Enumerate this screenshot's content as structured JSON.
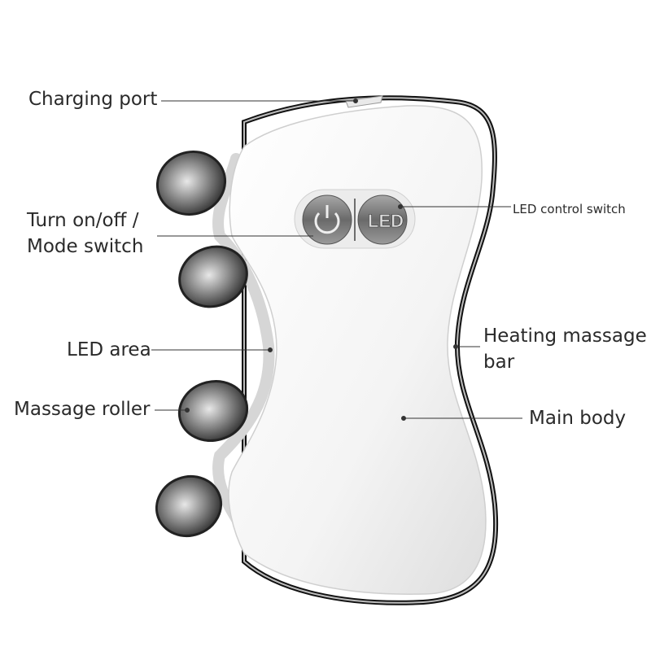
{
  "diagram": {
    "subject": "Facial massage device with LED and massage rollers",
    "callouts": [
      {
        "id": "charging-port",
        "text": "Charging port"
      },
      {
        "id": "power-mode",
        "line1": "Turn on/off  /",
        "line2": "Mode switch"
      },
      {
        "id": "led-control",
        "text": "LED control switch"
      },
      {
        "id": "led-area",
        "text": "LED area"
      },
      {
        "id": "massage-roller",
        "text": "Massage roller"
      },
      {
        "id": "heating-bar",
        "line1": "Heating massage",
        "line2": "bar"
      },
      {
        "id": "main-body",
        "text": "Main body"
      }
    ],
    "button_labels": {
      "led": "LED"
    }
  }
}
